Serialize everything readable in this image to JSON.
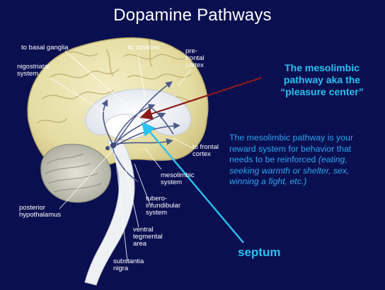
{
  "title": "Dopamine Pathways",
  "labels": {
    "to_basal_ganglia": "to basal ganglia",
    "nigostriatal_system": "nigostriatal\nsystem",
    "to_striatum": "to striatum",
    "prefrontal_cortex": "pre-\nfrontal\ncortex",
    "to_frontal_cortex": "to frontal\ncortex",
    "mesolimbic_system": "mesolimbic\nsystem",
    "tuberoinfundibular_system": "tubero-\ninfundibular\nsystem",
    "posterior_hypothalamus": "posterior\nhypothalamus",
    "ventral_tegmental_area": "ventral\ntegmental\narea",
    "substantia_nigra": "substantia\nnigra"
  },
  "callouts": {
    "mesolimbic_pathway": "The mesolimbic\npathway aka the\n“pleasure center”",
    "septum": "septum"
  },
  "description": {
    "normal": "The mesolimbic pathway is your reward system for behavior that needs to be reinforced ",
    "italic": "(eating, seeking warmth or shelter, sex, winning a fight, etc.)"
  },
  "colors": {
    "background": "#0a0f50",
    "callout_text": "#29c2f2",
    "description_text": "#2aa6ef",
    "red_arrow": "#8b1a1a",
    "blue_arrow": "#29c2f2",
    "brain_cortex": "#e7e0a8",
    "cerebellum": "#c9c9b8",
    "brainstem": "#e8ebf1"
  }
}
